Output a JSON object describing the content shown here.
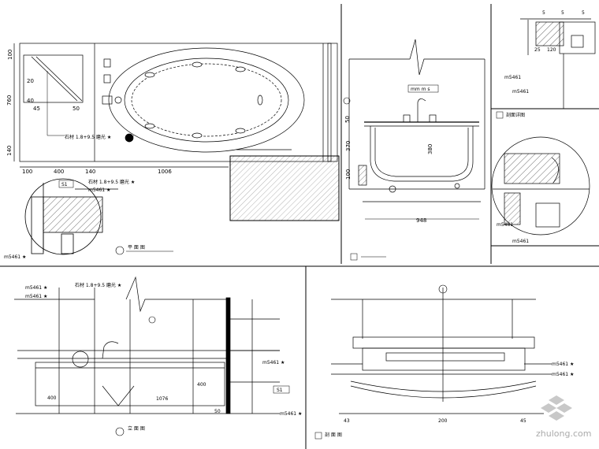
{
  "top_left": {
    "dims_vertical": [
      "100",
      "760",
      "140"
    ],
    "dims_horizontal": [
      "100",
      "400",
      "140",
      "1006"
    ],
    "small_labels": [
      "20",
      "40",
      "45",
      "50"
    ],
    "leader_note": "石材 1.8+9.5 磨光 ★",
    "section_mark": "S1",
    "detail_notes": [
      "石材 1.8+9.5 磨光 ★",
      "m5461 ★"
    ],
    "caption": "平 面 图",
    "left_note": "m5461 ★"
  },
  "top_middle": {
    "dims_vertical": [
      "50",
      "370",
      "100",
      "380"
    ],
    "dim_bottom": "948",
    "tag": "mm  m s"
  },
  "top_right": {
    "dims_top": [
      "5",
      "5",
      "5"
    ],
    "dims_side": [
      "25",
      "120"
    ],
    "side_notes": [
      "m5461",
      "m5461",
      "m5461",
      "m5461"
    ],
    "box_caption": "剖面详图"
  },
  "bottom_left": {
    "left_notes": [
      "m5461 ★",
      "m5461 ★"
    ],
    "leader_note": "石材 1.8+9.5 磨光 ★",
    "right_notes": [
      "m5461 ★",
      "m5461 ★"
    ],
    "section_tag": "S1",
    "dims": [
      "400",
      "1076",
      "400",
      "50"
    ],
    "caption": "立 面 图"
  },
  "bottom_right": {
    "dims_bottom": [
      "43",
      "200",
      "45"
    ],
    "right_notes": [
      "m5461 ★",
      "m5461 ★"
    ],
    "caption": "剖 面 图"
  },
  "watermark": {
    "site": "zhulong.com"
  }
}
